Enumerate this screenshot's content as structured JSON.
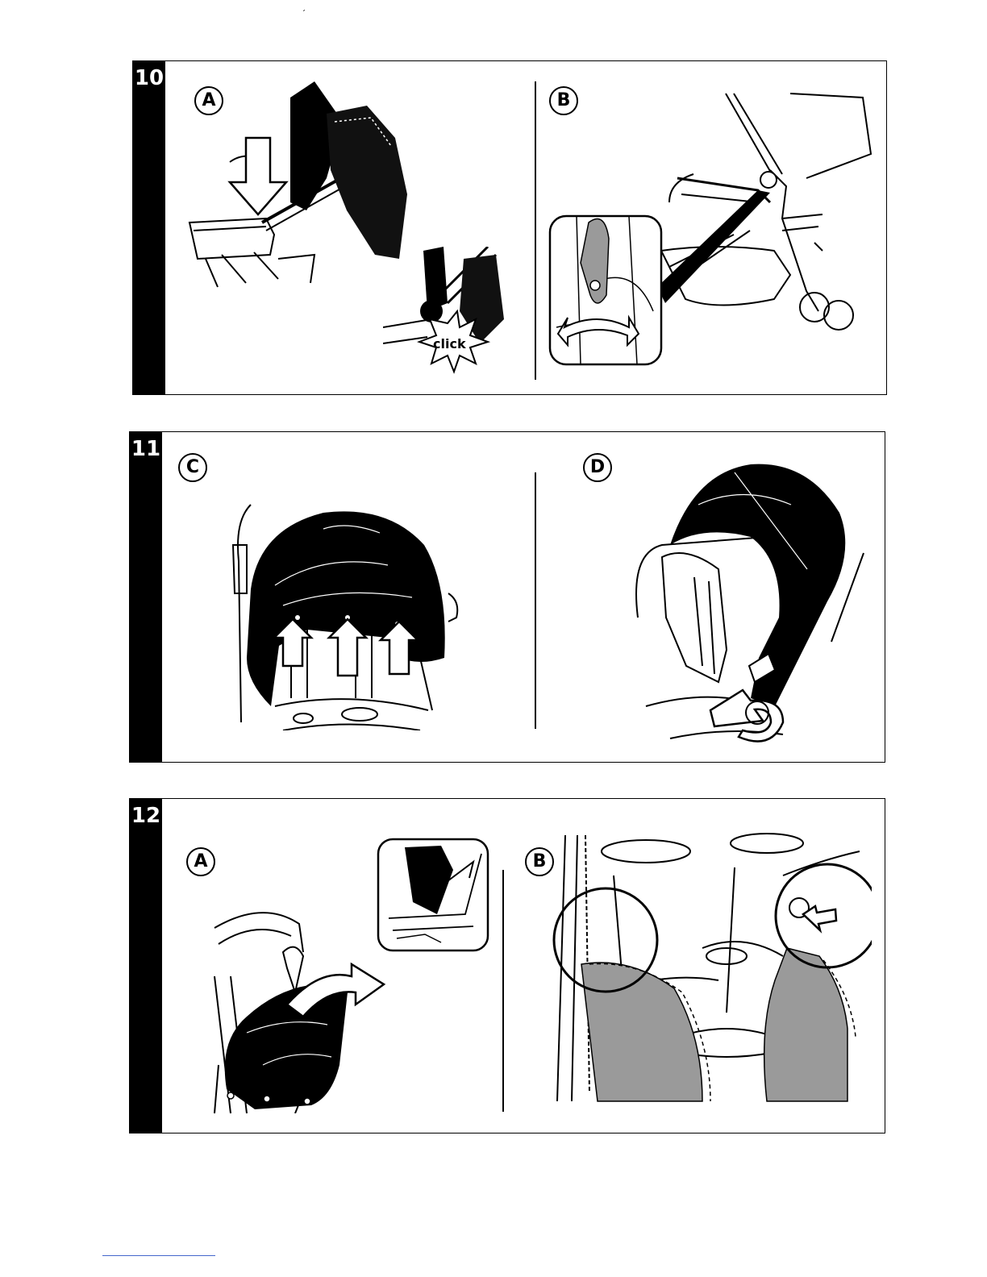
{
  "panels": [
    {
      "step": "10",
      "left_letter": "A",
      "right_letter": "B",
      "callout": "click"
    },
    {
      "step": "11",
      "left_letter": "C",
      "right_letter": "D"
    },
    {
      "step": "12",
      "left_letter": "A",
      "right_letter": "B"
    }
  ],
  "colors": {
    "ink": "#000000",
    "shade": "#9a9a9a",
    "paper": "#ffffff"
  }
}
